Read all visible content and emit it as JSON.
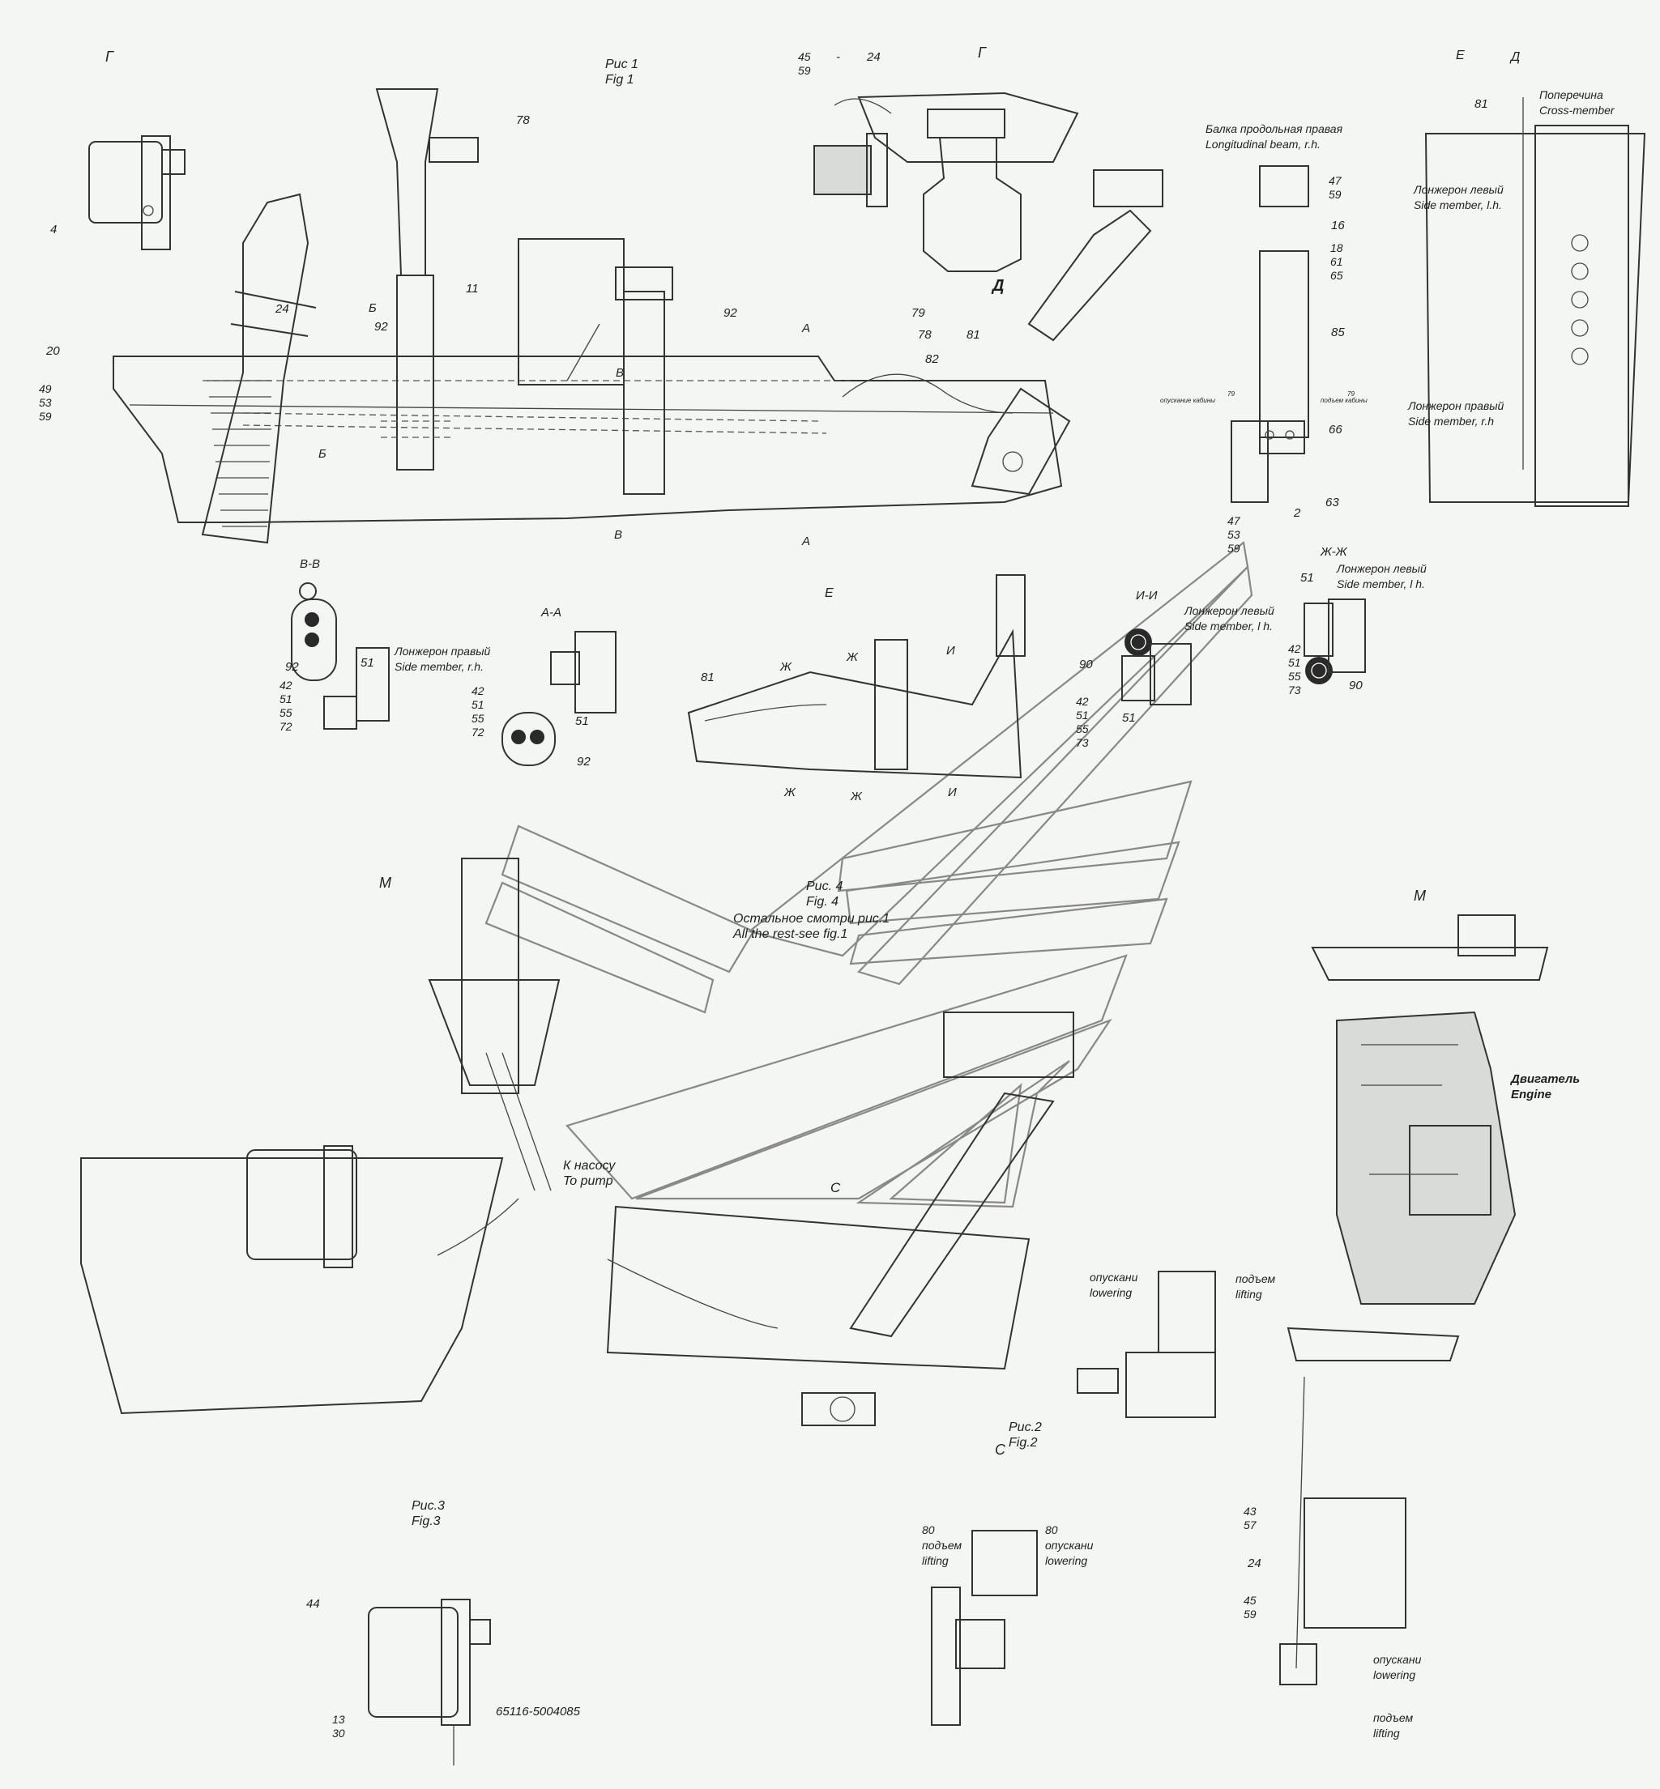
{
  "figures": {
    "fig1": {
      "ru": "Рис 1",
      "en": "Fig 1"
    },
    "fig2": {
      "ru": "Рис.2",
      "en": "Fig.2"
    },
    "fig3": {
      "ru": "Рис.3",
      "en": "Fig.3"
    },
    "fig4": {
      "ru": "Рис. 4",
      "en": "Fig. 4",
      "note_ru": "Остальное смотри рис.1",
      "note_en": "All the rest-see fig.1"
    }
  },
  "view_marks": {
    "G": "Г",
    "D": "Д",
    "E": "Е",
    "M": "М",
    "B": "Б",
    "V": "В",
    "A": "А",
    "ZH": "Ж",
    "I": "И",
    "C": "С"
  },
  "sections": {
    "vv": "В-В",
    "aa": "А-А",
    "ii": "И-И",
    "zhzh": "Ж-Ж",
    "e": "Е",
    "g": "Г",
    "d": "Д",
    "m": "М",
    "c": "С"
  },
  "notes": {
    "beam_right_ru": "Балка продольная правая",
    "beam_right_en": "Longitudinal beam, r.h.",
    "cross_ru": "Поперечина",
    "cross_en": "Cross-member",
    "side_left_ru": "Лонжерон левый",
    "side_left_en": "Side member, l.h.",
    "side_right_ru": "Лонжерон правый",
    "side_right_en": "Side member, r.h",
    "side_right_en2": "Side member, r.h.",
    "side_left_en2": "Side member, l h.",
    "side_left_en3": "Side member, l h.",
    "to_pump_ru": "К насосу",
    "to_pump_en": "To pump",
    "engine_ru": "Двигатель",
    "engine_en": "Engine",
    "lowering_ru": "опускани",
    "lowering_en": "lowering",
    "lifting_ru": "подъем",
    "lifting_en": "lifting",
    "lowering_cab": "опускание кабины",
    "lifting_cab": "подъем кабины",
    "part_no": "65116-5004085"
  },
  "callouts": {
    "n4": "4",
    "n20": "20",
    "n49": "49",
    "n53": "53",
    "n59": "59",
    "n24": "24",
    "n92": "92",
    "n11": "11",
    "n78": "78",
    "n79": "79",
    "n81": "81",
    "n82": "82",
    "n45": "45",
    "n47": "47",
    "n16": "16",
    "n18": "18",
    "n61": "61",
    "n65": "65",
    "n85": "85",
    "n66": "66",
    "n63": "63",
    "n2": "2",
    "n51": "51",
    "n42": "42",
    "n55": "55",
    "n72": "72",
    "n73": "73",
    "n90": "90",
    "n44": "44",
    "n13": "13",
    "n30": "30",
    "n80": "80",
    "n43": "43",
    "n57": "57",
    "dash": "-"
  }
}
